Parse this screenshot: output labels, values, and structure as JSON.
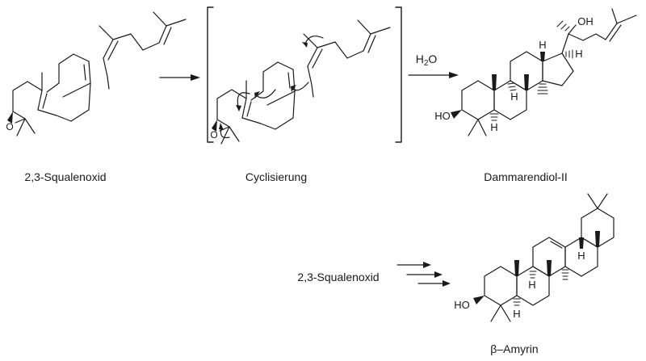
{
  "canvas": {
    "background": "#ffffff",
    "ink": "#1a1a1a"
  },
  "top_reaction": {
    "reactant": {
      "label": "2,3-Squalenoxid",
      "epoxide_atom": "O"
    },
    "intermediate": {
      "label": "Cyclisierung",
      "epoxide_atom": "O",
      "bracketed": true,
      "curved_arrows": 5
    },
    "reagent": {
      "h": "H",
      "sub": "2",
      "o": "O"
    },
    "product": {
      "label": "Dammarendiol-II",
      "hydroxyl_left": "HO",
      "hydroxyl_top": "OH",
      "stereo_h": [
        "H",
        "H",
        "H",
        "H"
      ]
    }
  },
  "bottom_reaction": {
    "reactant_label": "2,3-Squalenoxid",
    "multi_step_arrow_count": 3,
    "product": {
      "label": "β–Amyrin",
      "hydroxyl_left": "HO",
      "stereo_h": [
        "H",
        "H",
        "H"
      ]
    }
  }
}
